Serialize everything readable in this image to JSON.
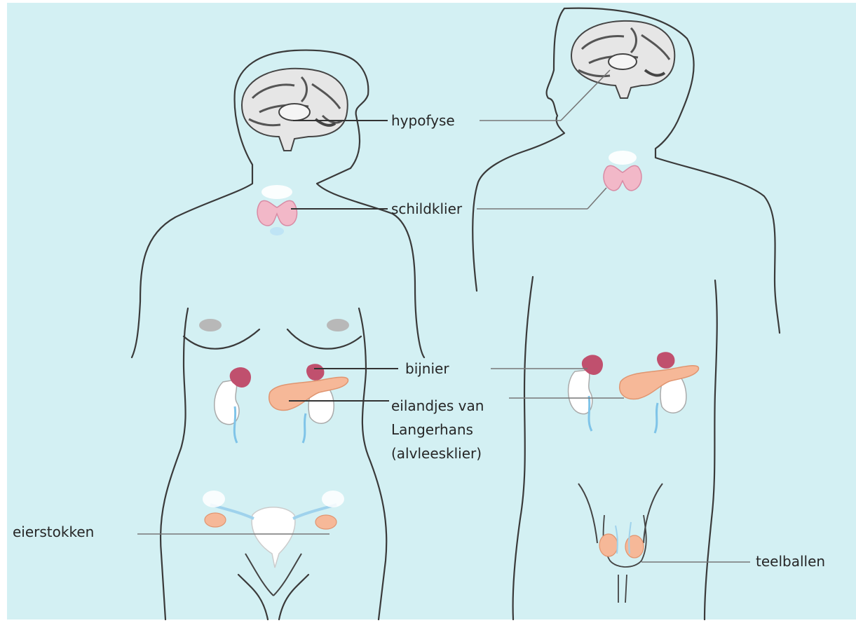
{
  "labels": {
    "pituitary": "hypofyse",
    "thyroid": "schildklier",
    "adrenal": "bijnier",
    "islets_line1": "eilandjes van",
    "islets_line2": "Langerhans",
    "islets_line3": "(alvleesklier)",
    "ovaries": "eierstokken",
    "testes": "teelballen"
  },
  "colors": {
    "background": "#d3f0f3",
    "outline": "#3a3a3a",
    "thyroid": "#f2b8c8",
    "adrenal": "#c0506e",
    "pancreas": "#f6b898",
    "kidney": "#ffffff",
    "ureter": "#7fc4e8",
    "brain": "#5a5a5a",
    "gonad": "#f6b898"
  }
}
